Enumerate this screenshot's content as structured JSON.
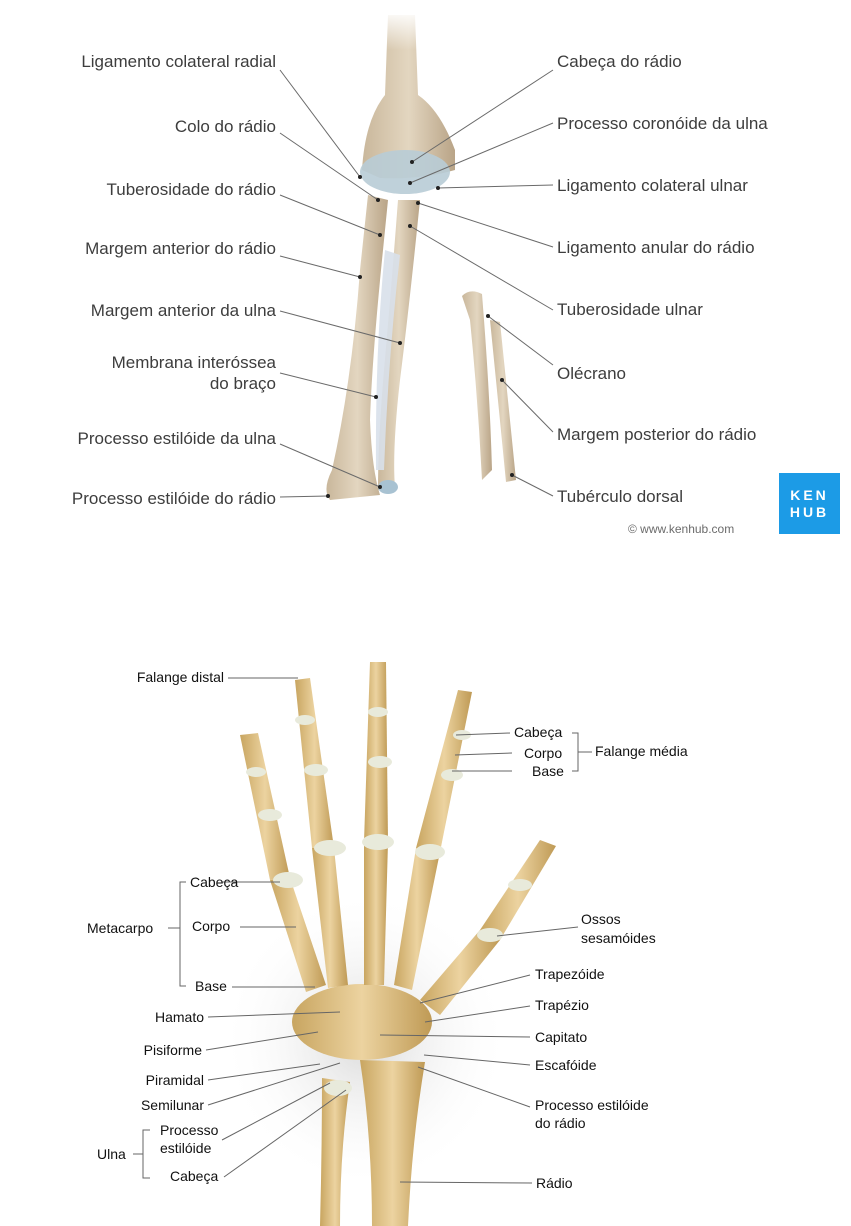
{
  "forearm": {
    "labels_left": [
      "Ligamento colateral radial",
      "Colo do rádio",
      "Tuberosidade do rádio",
      "Margem anterior do rádio",
      "Margem anterior da ulna",
      "Membrana interóssea",
      "do braço",
      "Processo estilóide da ulna",
      "Processo estilóide do rádio"
    ],
    "labels_right": [
      "Cabeça do rádio",
      "Processo coronóide da ulna",
      "Ligamento colateral ulnar",
      "Ligamento anular do rádio",
      "Tuberosidade ulnar",
      "Olécrano",
      "Margem posterior do rádio",
      "Tubérculo dorsal"
    ],
    "logo_line1": "KEN",
    "logo_line2": "HUB",
    "copyright": "© www.kenhub.com"
  },
  "hand": {
    "falange_distal": "Falange distal",
    "media_cabeca": "Cabeça",
    "media_corpo": "Corpo",
    "media_base": "Base",
    "falange_media": "Falange média",
    "meta_cabeca": "Cabeça",
    "metacarpo": "Metacarpo",
    "meta_corpo": "Corpo",
    "meta_base": "Base",
    "ossos1": "Ossos",
    "ossos2": "sesamóides",
    "trapezoide": "Trapezóide",
    "trapezio": "Trapézio",
    "hamato": "Hamato",
    "capitato": "Capitato",
    "pisiforme": "Pisiforme",
    "escafoide": "Escafóide",
    "piramidal": "Piramidal",
    "semilunar": "Semilunar",
    "pe_radio1": "Processo estilóide",
    "pe_radio2": "do rádio",
    "proc1": "Processo",
    "proc2": "estilóide",
    "ulna": "Ulna",
    "ulna_cabeca": "Cabeça",
    "radio": "Rádio"
  }
}
